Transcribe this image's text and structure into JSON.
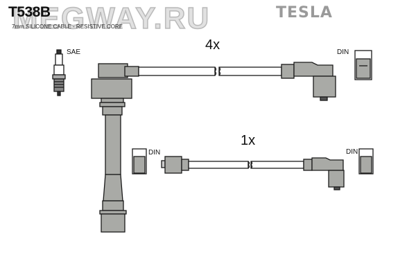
{
  "header": {
    "part_number": "T538B",
    "subtitle": "7mm SILICONE CABLE - RESISTIVE CORE",
    "watermark": "MEGWAY.RU",
    "brand": "TESLA"
  },
  "labels": {
    "spark_plug": "SAE",
    "din": "DIN"
  },
  "cables": [
    {
      "quantity": "4x"
    },
    {
      "quantity": "1x"
    }
  ],
  "colors": {
    "component_fill": "#a9aaa6",
    "outline": "#1a1a1a",
    "brand_gray": "#9a9a9a"
  }
}
